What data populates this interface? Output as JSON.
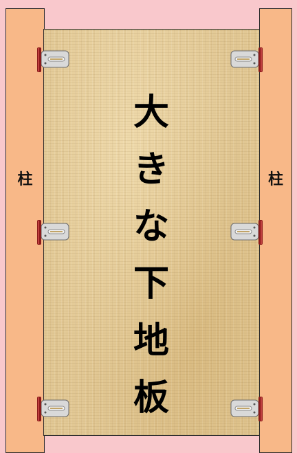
{
  "pillars": {
    "left_label": "柱",
    "right_label": "柱"
  },
  "board": {
    "title_chars": [
      "大",
      "き",
      "な",
      "下",
      "地",
      "板"
    ]
  },
  "colors": {
    "background": "#f9c8cc",
    "pillar": "#f8b888",
    "board": "#e2c894",
    "hinge_plate": "#d9d9d9",
    "hinge_pin": "#8b1a1a"
  },
  "icons": {
    "hinge": "metal-hinge-bracket-icon"
  }
}
